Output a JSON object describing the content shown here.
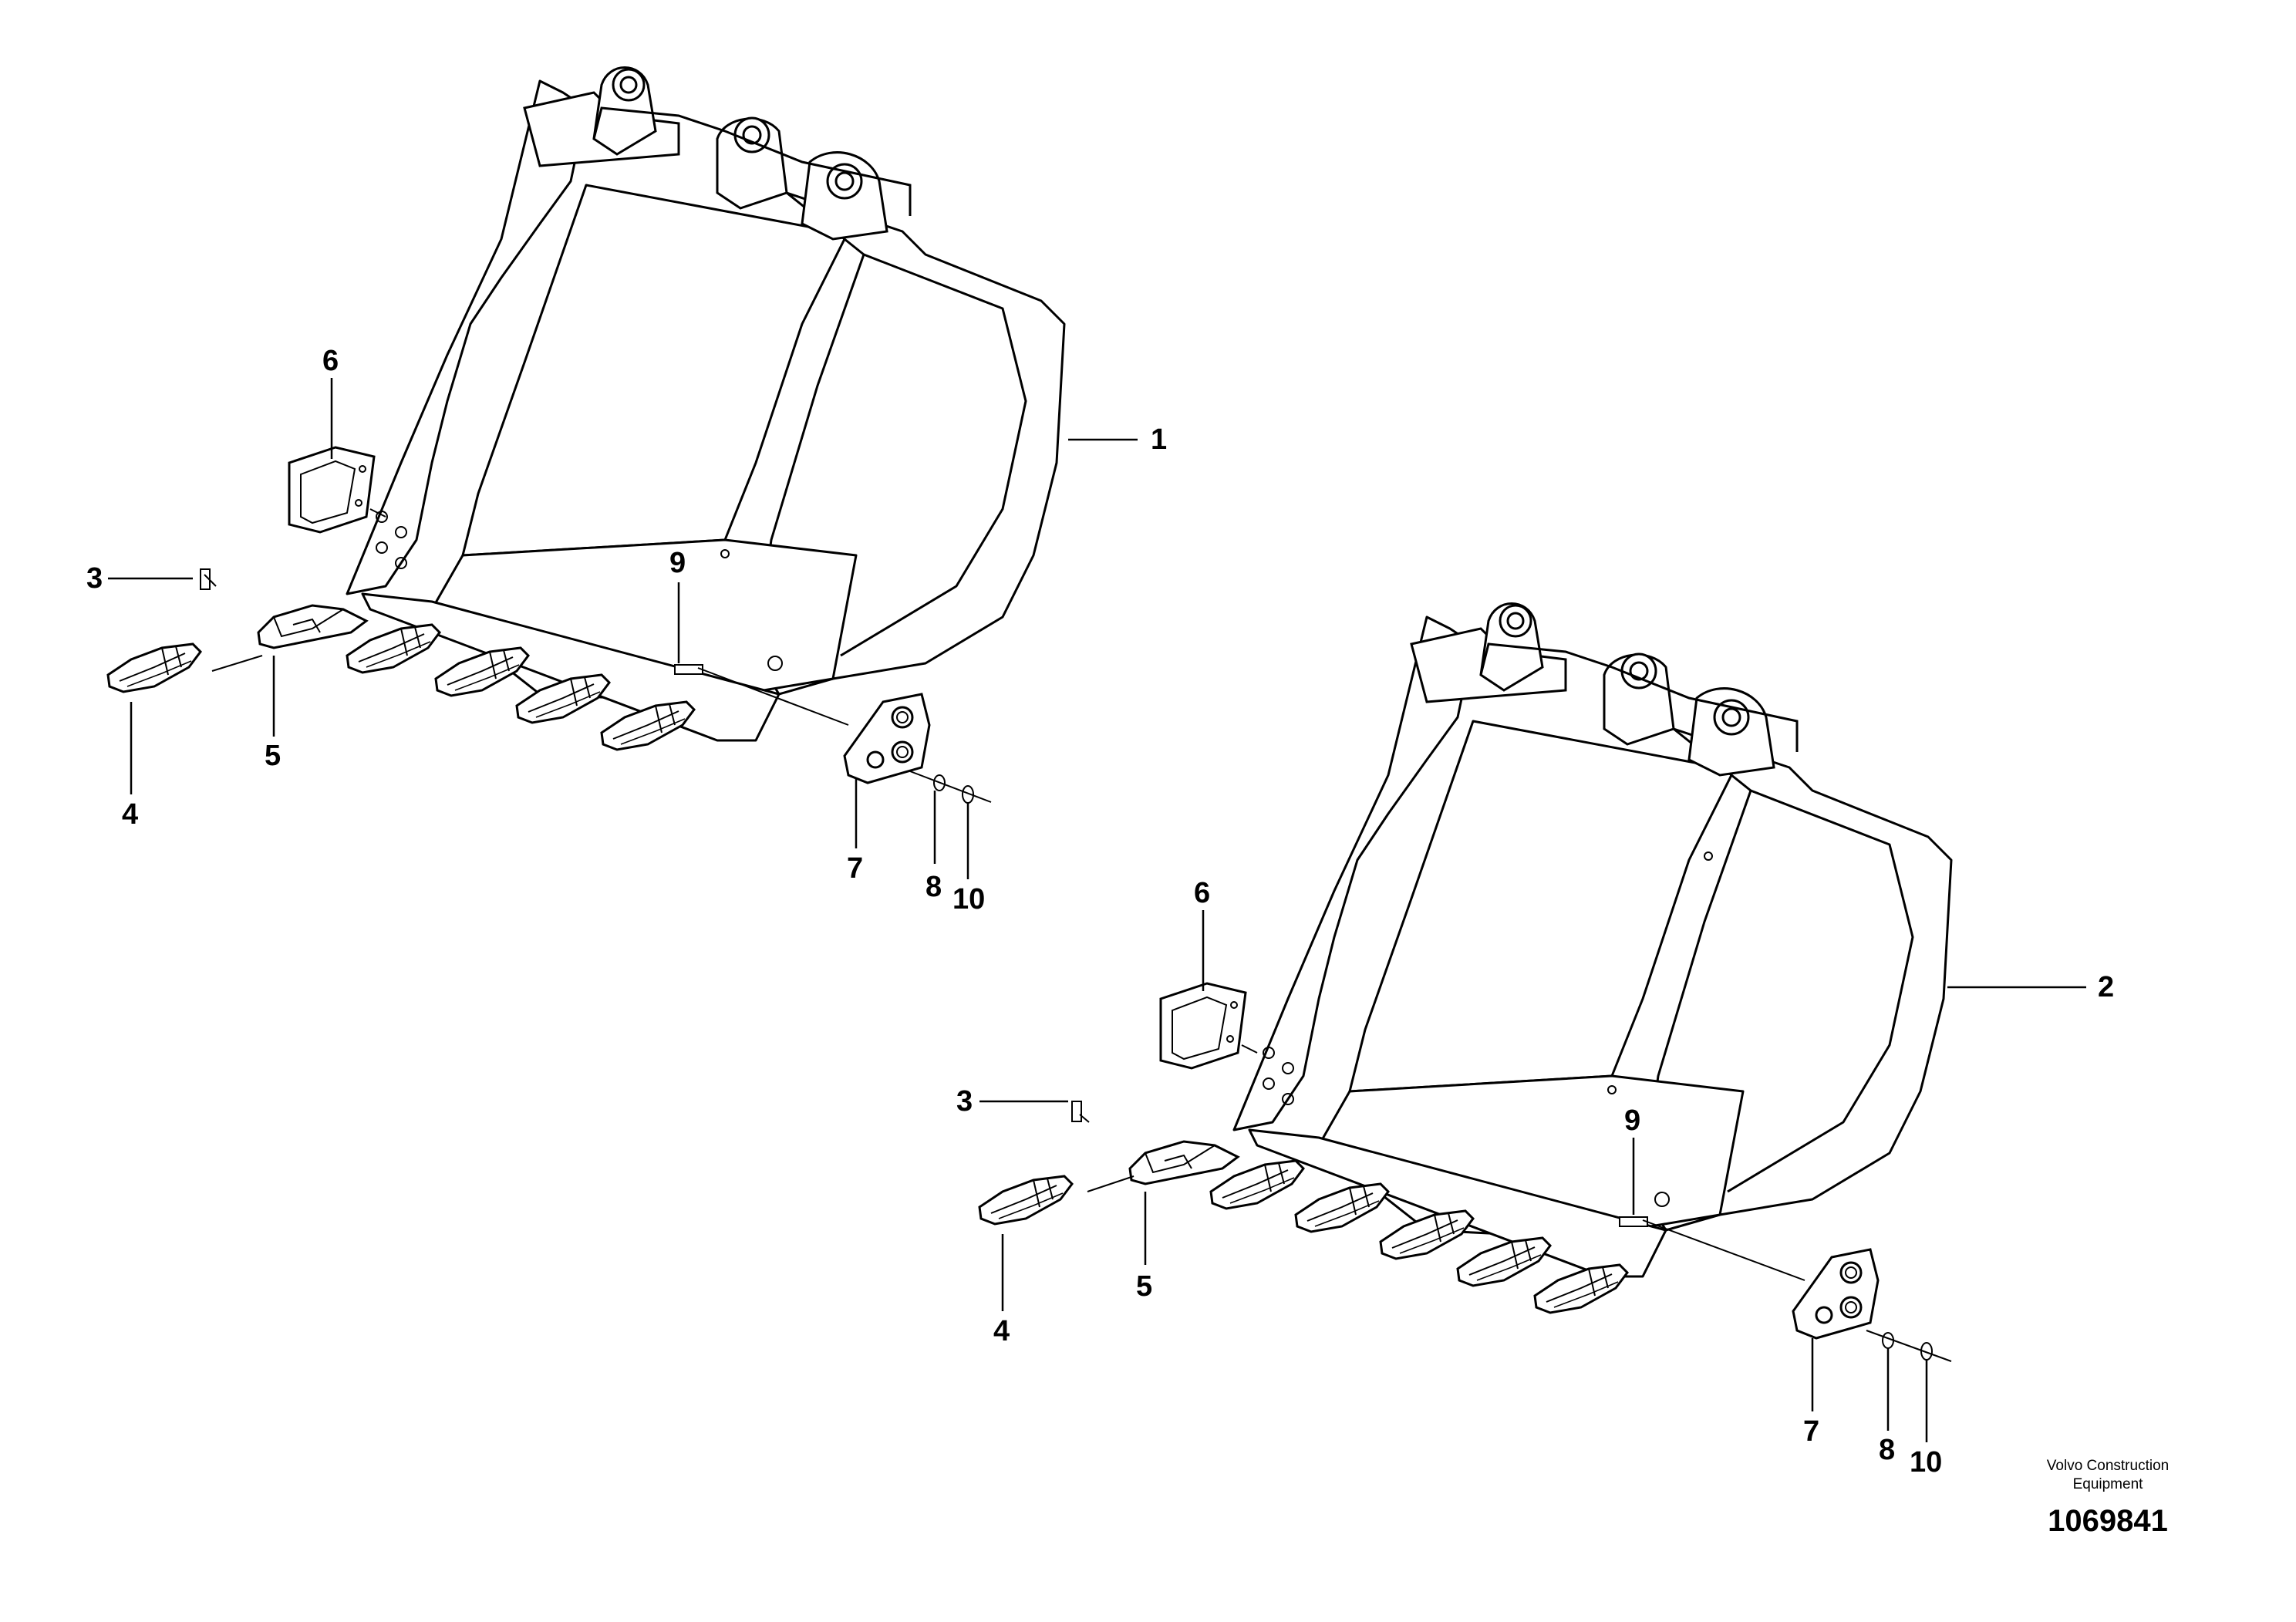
{
  "assembly_a": {
    "callouts": {
      "bucket": "1",
      "pin": "3",
      "tooth": "4",
      "adapter": "5",
      "side_cutter": "6",
      "side_plate": "7",
      "washer": "8",
      "bolt": "9",
      "nut": "10",
      "side_cutter_upper": "6"
    }
  },
  "assembly_b": {
    "callouts": {
      "bucket": "2",
      "pin": "3",
      "tooth": "4",
      "adapter": "5",
      "side_cutter": "6",
      "side_plate": "7",
      "washer": "8",
      "bolt": "9",
      "nut": "10"
    }
  },
  "brand": {
    "line1": "Volvo Construction",
    "line2": "Equipment"
  },
  "document_number": "1069841"
}
